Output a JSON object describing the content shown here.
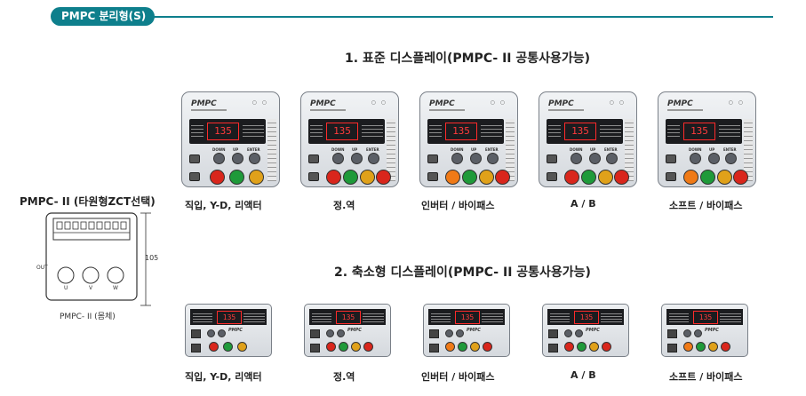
{
  "header": {
    "title": "PMPC 분리형(S)",
    "accent": "#0e7f8c"
  },
  "section1": {
    "title": "1. 표준 디스플레이(PMPC- II 공통사용가능)"
  },
  "section2": {
    "title": "2. 축소형 디스플레이(PMPC- II 공통사용가능)"
  },
  "left": {
    "title": "PMPC- II (타원형ZCT선택)",
    "dimension": "105",
    "body_caption": "PMPC- II (몸체)",
    "terminal_out": "OUT",
    "terminals": [
      "U",
      "V",
      "W"
    ]
  },
  "device": {
    "logo": "PMPC",
    "readout": "135",
    "keys": [
      "DOWN",
      "UP",
      "ENTER"
    ]
  },
  "standard_captions": [
    "직입, Y-D, 리액터",
    "정.역",
    "인버터 / 바이패스",
    "A / B",
    "소프트 / 바이패스"
  ],
  "compact_captions": [
    "직입, Y-D, 리액터",
    "정.역",
    "인버터 / 바이패스",
    "A / B",
    "소프트 / 바이패스"
  ]
}
